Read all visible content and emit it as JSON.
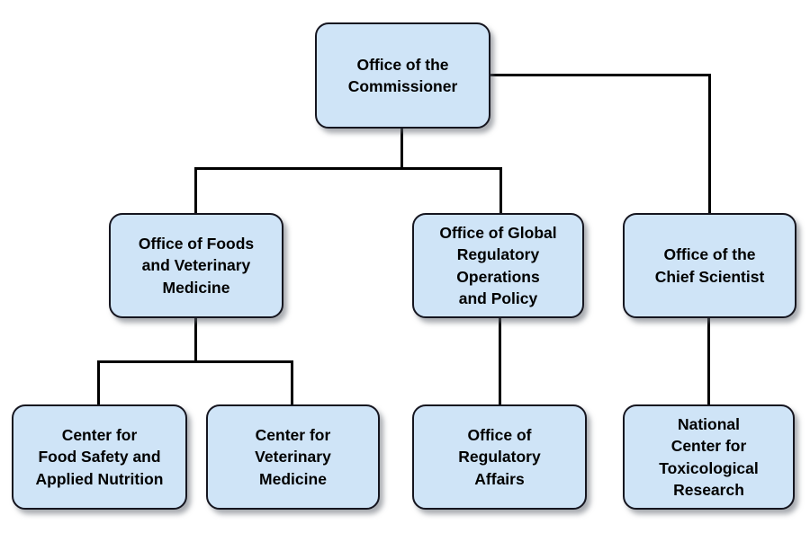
{
  "org_chart": {
    "type": "organizational-chart",
    "colors": {
      "background": "#ffffff",
      "node_fill": "#cfe4f7",
      "node_border": "#15151f",
      "connector": "#000000",
      "text": "#000000"
    },
    "nodes": [
      {
        "id": "office-of-the-commissioner",
        "label": "Office of the\nCommissioner",
        "level": 1,
        "reports_to": null
      },
      {
        "id": "office-of-foods-and-veterinary-medicine",
        "label": "Office of Foods\nand Veterinary\nMedicine",
        "level": 2,
        "reports_to": "office-of-the-commissioner"
      },
      {
        "id": "office-of-global-regulatory-operations-and-policy",
        "label": "Office of Global\nRegulatory\nOperations\nand Policy",
        "level": 2,
        "reports_to": "office-of-the-commissioner"
      },
      {
        "id": "office-of-the-chief-scientist",
        "label": "Office of the\nChief Scientist",
        "level": 2,
        "reports_to": "office-of-the-commissioner"
      },
      {
        "id": "center-for-food-safety-and-applied-nutrition",
        "label": "Center for\nFood Safety and\nApplied Nutrition",
        "level": 3,
        "reports_to": "office-of-foods-and-veterinary-medicine"
      },
      {
        "id": "center-for-veterinary-medicine",
        "label": "Center for\nVeterinary\nMedicine",
        "level": 3,
        "reports_to": "office-of-foods-and-veterinary-medicine"
      },
      {
        "id": "office-of-regulatory-affairs",
        "label": "Office of\nRegulatory\nAffairs",
        "level": 3,
        "reports_to": "office-of-global-regulatory-operations-and-policy"
      },
      {
        "id": "national-center-for-toxicological-research",
        "label": "National\nCenter for\nToxicological\nResearch",
        "level": 3,
        "reports_to": "office-of-the-chief-scientist"
      }
    ]
  }
}
